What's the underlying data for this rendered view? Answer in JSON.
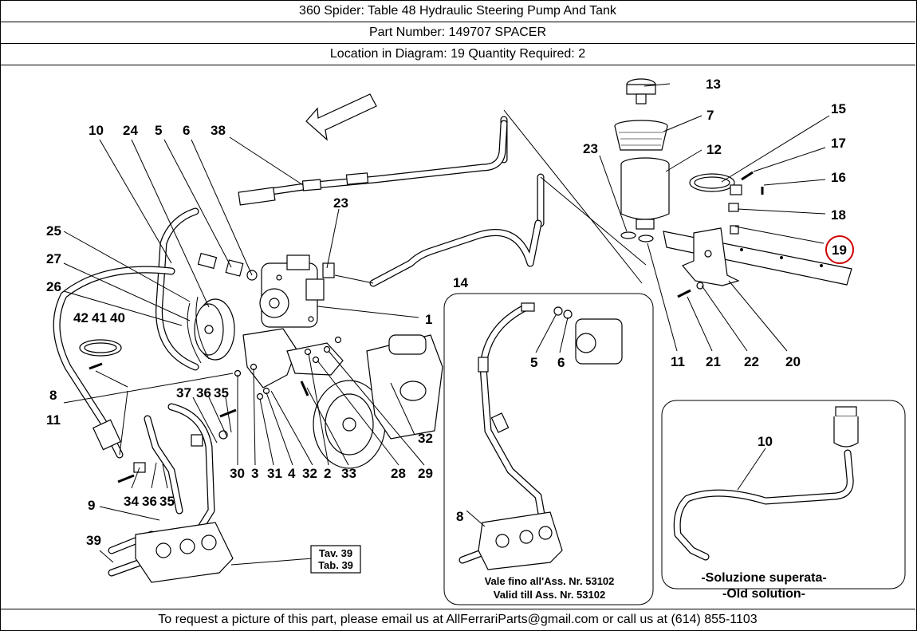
{
  "header": {
    "title": "360 Spider:   Table 48 Hydraulic Steering Pump And Tank",
    "part_number": "Part Number: 149707   SPACER",
    "location": "Location in Diagram: 19   Quantity Required: 2"
  },
  "footer": {
    "text": "To request a picture of this part, please email us at AllFerrariParts@gmail.com or call us at (614) 855-1103"
  },
  "highlight": {
    "callout": "19",
    "color": "#d00000"
  },
  "inset_center": {
    "note_it": "Vale fino all'Ass. Nr. 53102",
    "note_en": "Valid till Ass. Nr. 53102"
  },
  "inset_right": {
    "note_it": "-Soluzione superata-",
    "note_en": "-Old solution-"
  },
  "table_ref": {
    "line1": "Tav. 39",
    "line2": "Tab. 39"
  },
  "callouts": {
    "c13": "13",
    "c7": "7",
    "c23a": "23",
    "c12": "12",
    "c15": "15",
    "c17": "17",
    "c16": "16",
    "c18": "18",
    "c19": "19",
    "c11a": "11",
    "c21": "21",
    "c22": "22",
    "c20": "20",
    "c10": "10",
    "c24": "24",
    "c5": "5",
    "c6": "6",
    "c38": "38",
    "c23b": "23",
    "c14": "14",
    "c1": "1",
    "c25": "25",
    "c27": "27",
    "c26": "26",
    "c42": "42",
    "c41": "41",
    "c40": "40",
    "c8": "8",
    "c11b": "11",
    "c37": "37",
    "c36": "36",
    "c35": "35",
    "c30": "30",
    "c3": "3",
    "c31": "31",
    "c4": "4",
    "c32a": "32",
    "c2": "2",
    "c33": "33",
    "c28": "28",
    "c29": "29",
    "c32b": "32",
    "c34": "34",
    "c36b": "36",
    "c35b": "35",
    "c9": "9",
    "c39": "39",
    "c5b": "5",
    "c6b": "6",
    "c8b": "8",
    "c10b": "10"
  }
}
